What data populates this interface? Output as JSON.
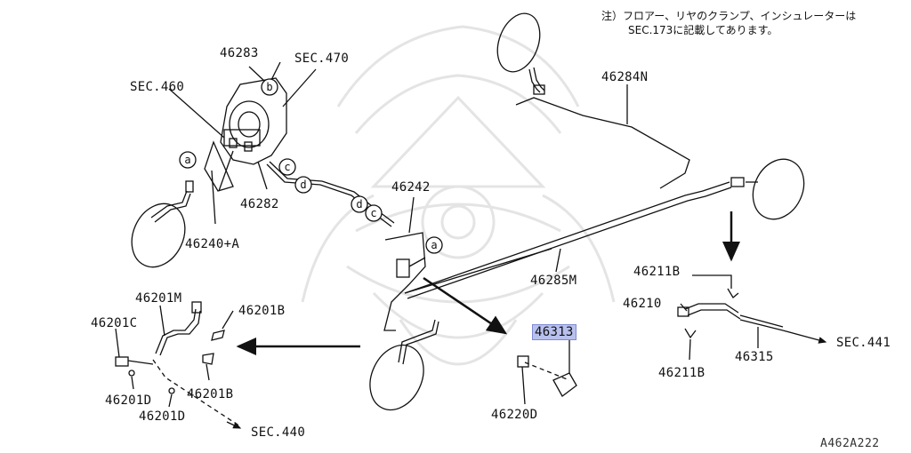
{
  "note": {
    "line1": "注）フロアー、リヤのクランプ、インシュレーターは",
    "line2": "SEC.173に記載してあります。"
  },
  "labels": {
    "p46283": "46283",
    "sec470": "SEC.470",
    "sec460": "SEC.460",
    "p46282": "46282",
    "p46240a": "46240+A",
    "p46284n": "46284N",
    "p46242": "46242",
    "p46285m": "46285M",
    "p46201m": "46201M",
    "p46201b_top": "46201B",
    "p46201c": "46201C",
    "p46201b_bot": "46201B",
    "p46201d_left": "46201D",
    "p46201d_bot": "46201D",
    "sec440": "SEC.440",
    "p46313": "46313",
    "p46220d": "46220D",
    "p46211b_top": "46211B",
    "p46210": "46210",
    "p46315": "46315",
    "sec441": "SEC.441",
    "p46211b_bot": "46211B"
  },
  "callouts": {
    "a1": "a",
    "a2": "a",
    "b": "b",
    "c1": "c",
    "c2": "c",
    "d1": "d",
    "d2": "d"
  },
  "diagram_ref": "A462A222",
  "highlight_color": "#b8c1ee"
}
